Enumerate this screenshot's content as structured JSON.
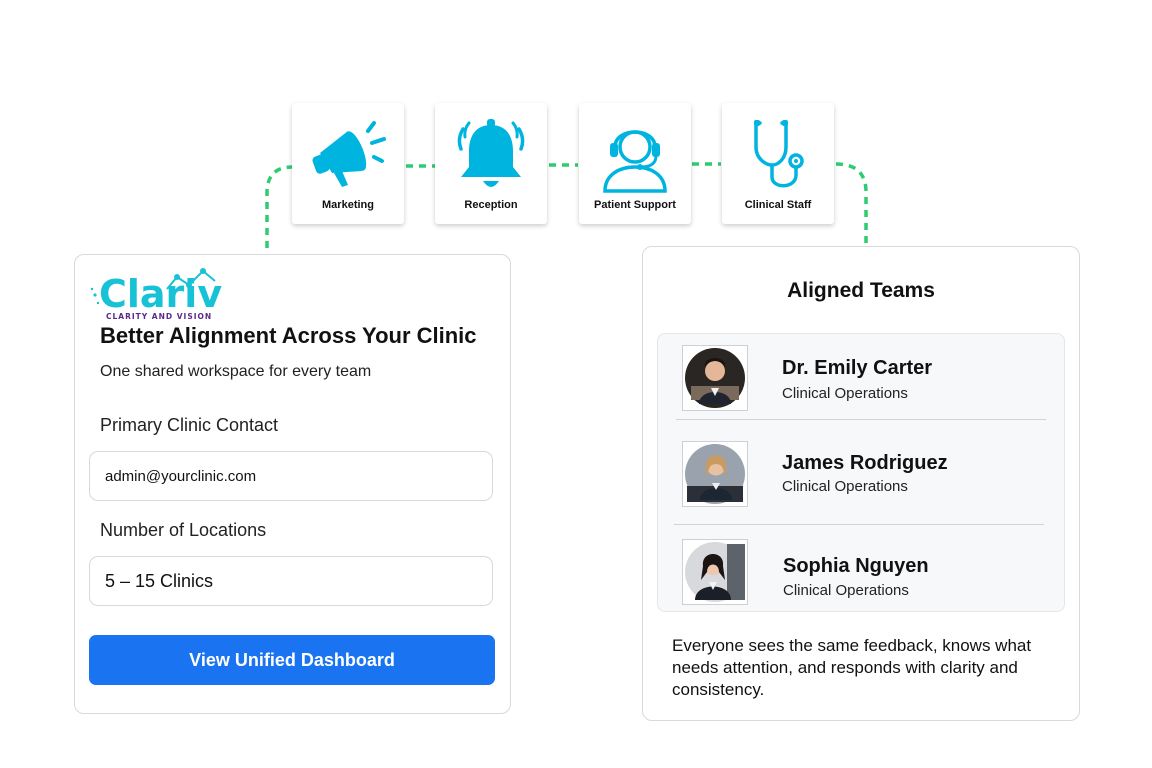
{
  "teams": [
    {
      "label": "Marketing",
      "icon": "megaphone-icon"
    },
    {
      "label": "Reception",
      "icon": "bell-icon"
    },
    {
      "label": "Patient Support",
      "icon": "headset-icon"
    },
    {
      "label": "Clinical Staff",
      "icon": "stethoscope-icon"
    }
  ],
  "brand": {
    "name": "Clariv",
    "tagline": "CLARITY AND VISION",
    "primary_color": "#18c2d6",
    "tagline_color": "#5b2a8c"
  },
  "form": {
    "title": "Better Alignment Across Your Clinic",
    "subtitle": "One shared workspace for every team",
    "contact_label": "Primary Clinic Contact",
    "contact_value": "admin@yourclinic.com",
    "locations_label": "Number of Locations",
    "locations_value": "5 – 15 Clinics",
    "submit_label": "View Unified Dashboard"
  },
  "aligned": {
    "title": "Aligned Teams",
    "members": [
      {
        "name": "Dr. Emily Carter",
        "role": "Clinical Operations"
      },
      {
        "name": "James Rodriguez",
        "role": "Clinical Operations"
      },
      {
        "name": "Sophia Nguyen",
        "role": "Clinical Operations"
      }
    ],
    "summary": "Everyone sees the same feedback, knows what needs attention, and responds with clarity and consistency."
  },
  "colors": {
    "accent": "#1a73f0",
    "icon": "#00b4e0",
    "connector": "#2ecc71"
  }
}
